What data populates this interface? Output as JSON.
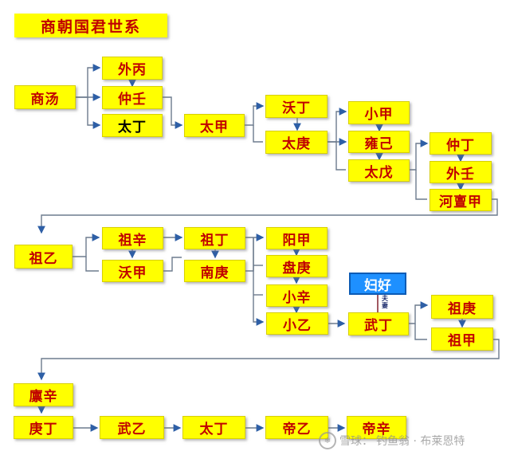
{
  "title": "商朝国君世系",
  "kings": {
    "shang_tang": "商汤",
    "wai_bing": "外丙",
    "zhong_ren": "仲壬",
    "tai_ding_1": "太丁",
    "tai_jia": "太甲",
    "wo_ding": "沃丁",
    "tai_geng": "太庚",
    "xiao_jia": "小甲",
    "yong_ji": "雍己",
    "tai_wu": "太戊",
    "zhong_ding": "仲丁",
    "wai_ren": "外壬",
    "he_dan_jia": "河亶甲",
    "zu_yi": "祖乙",
    "zu_xin": "祖辛",
    "wo_jia": "沃甲",
    "zu_ding": "祖丁",
    "nan_geng": "南庚",
    "yang_jia": "阳甲",
    "pan_geng": "盘庚",
    "xiao_xin": "小辛",
    "xiao_yi": "小乙",
    "wu_ding": "武丁",
    "zu_geng": "祖庚",
    "zu_jia": "祖甲",
    "lin_xin": "廪辛",
    "geng_ding": "庚丁",
    "wu_yi": "武乙",
    "tai_ding_2": "太丁",
    "di_yi": "帝乙",
    "di_xin": "帝辛"
  },
  "consort": {
    "name": "妇好",
    "relation": "夫妻"
  },
  "watermark": {
    "site": "雪球：",
    "author": "钓鱼翁 · 布莱恩特"
  },
  "colors": {
    "box_fill": "#ffff00",
    "text_red": "#c00000",
    "consort_fill": "#1e90ff",
    "line": "#6d7b8d",
    "arrow": "#2e5fa6"
  }
}
